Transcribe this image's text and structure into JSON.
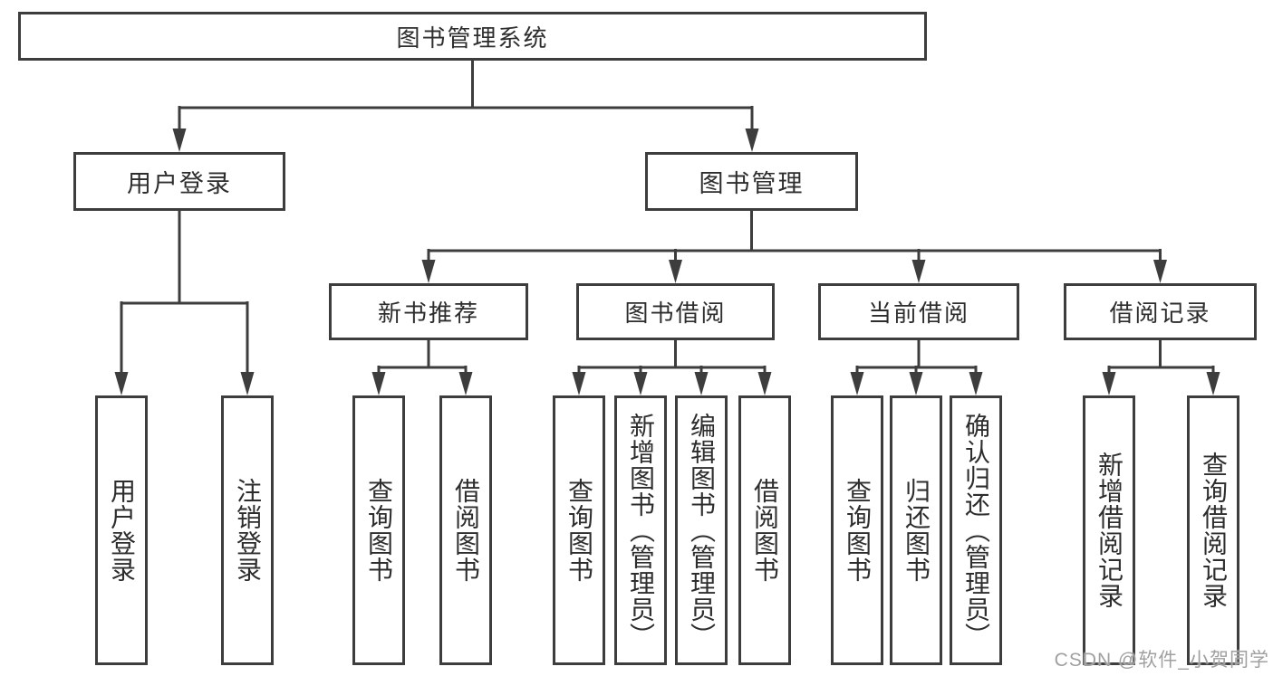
{
  "tree": {
    "label": "图书管理系统",
    "children": [
      {
        "label": "用户登录",
        "children": [
          {
            "label": "用户登录"
          },
          {
            "label": "注销登录"
          }
        ]
      },
      {
        "label": "图书管理",
        "children": [
          {
            "label": "新书推荐",
            "children": [
              {
                "label": "查询图书"
              },
              {
                "label": "借阅图书"
              }
            ]
          },
          {
            "label": "图书借阅",
            "children": [
              {
                "label": "查询图书"
              },
              {
                "label": "新增图书（管理员）"
              },
              {
                "label": "编辑图书（管理员）"
              },
              {
                "label": "借阅图书"
              }
            ]
          },
          {
            "label": "当前借阅",
            "children": [
              {
                "label": "查询图书"
              },
              {
                "label": "归还图书"
              },
              {
                "label": "确认归还（管理员）"
              }
            ]
          },
          {
            "label": "借阅记录",
            "children": [
              {
                "label": "新增借阅记录"
              },
              {
                "label": "查询借阅记录"
              }
            ]
          }
        ]
      }
    ]
  },
  "watermark": {
    "text": "CSDN @软件_小贺同学"
  },
  "colors": {
    "line": "#3d3d3d",
    "text": "#2d2d2d",
    "watermark": "#a0a0a0",
    "background": "#ffffff"
  }
}
